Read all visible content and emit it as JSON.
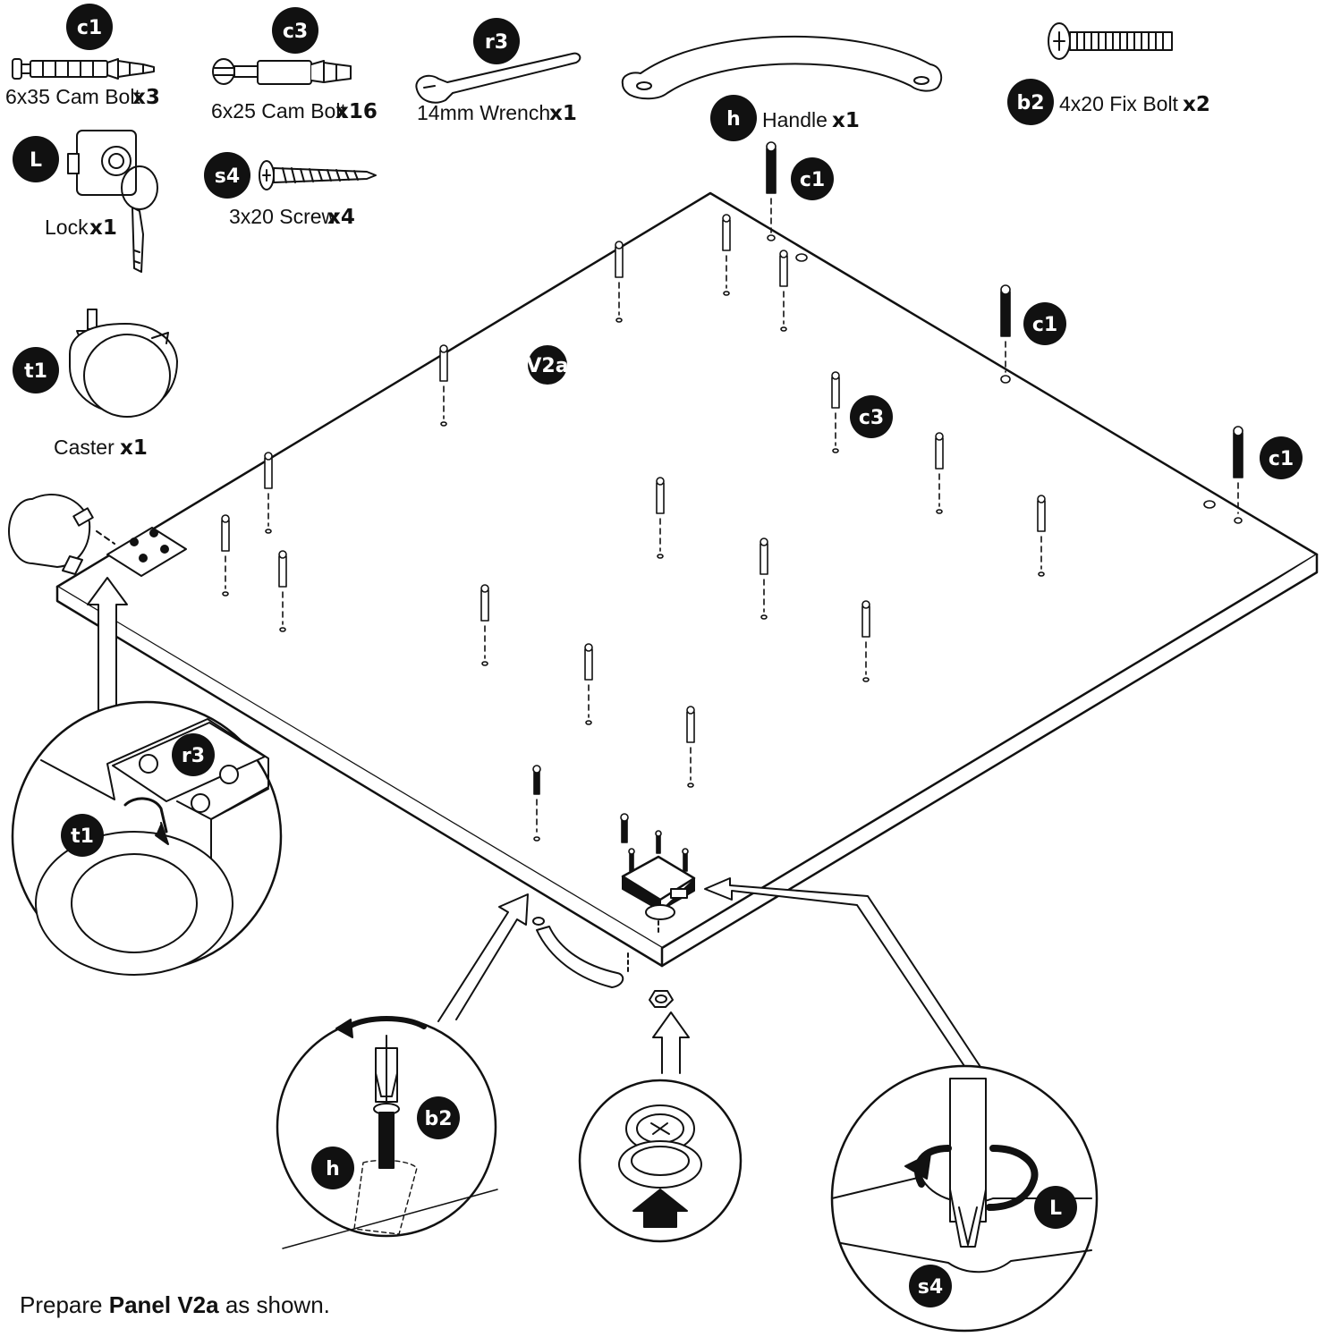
{
  "parts": [
    {
      "code": "c1",
      "name": "6x35 Cam Bolt",
      "qty": "x3"
    },
    {
      "code": "c3",
      "name": "6x25 Cam Bolt",
      "qty": "x16"
    },
    {
      "code": "r3",
      "name": "14mm Wrench",
      "qty": "x1"
    },
    {
      "code": "h",
      "name": "Handle",
      "qty": "x1"
    },
    {
      "code": "b2",
      "name": "4x20 Fix Bolt",
      "qty": "x2"
    },
    {
      "code": "L",
      "name": "Lock",
      "qty": "x1"
    },
    {
      "code": "s4",
      "name": "3x20 Screw",
      "qty": "x4"
    },
    {
      "code": "t1",
      "name": "Caster",
      "qty": "x1"
    }
  ],
  "panel_label": "V2a",
  "callouts": {
    "c1": "c1",
    "c3": "c3",
    "r3": "r3",
    "t1": "t1",
    "b2": "b2",
    "h": "h",
    "L": "L",
    "s4": "s4"
  },
  "instruction": {
    "prefix": "Prepare ",
    "bold": "Panel V2a",
    "suffix": " as shown."
  },
  "colors": {
    "ink": "#111111",
    "badge": "#111111",
    "paper": "#ffffff"
  }
}
